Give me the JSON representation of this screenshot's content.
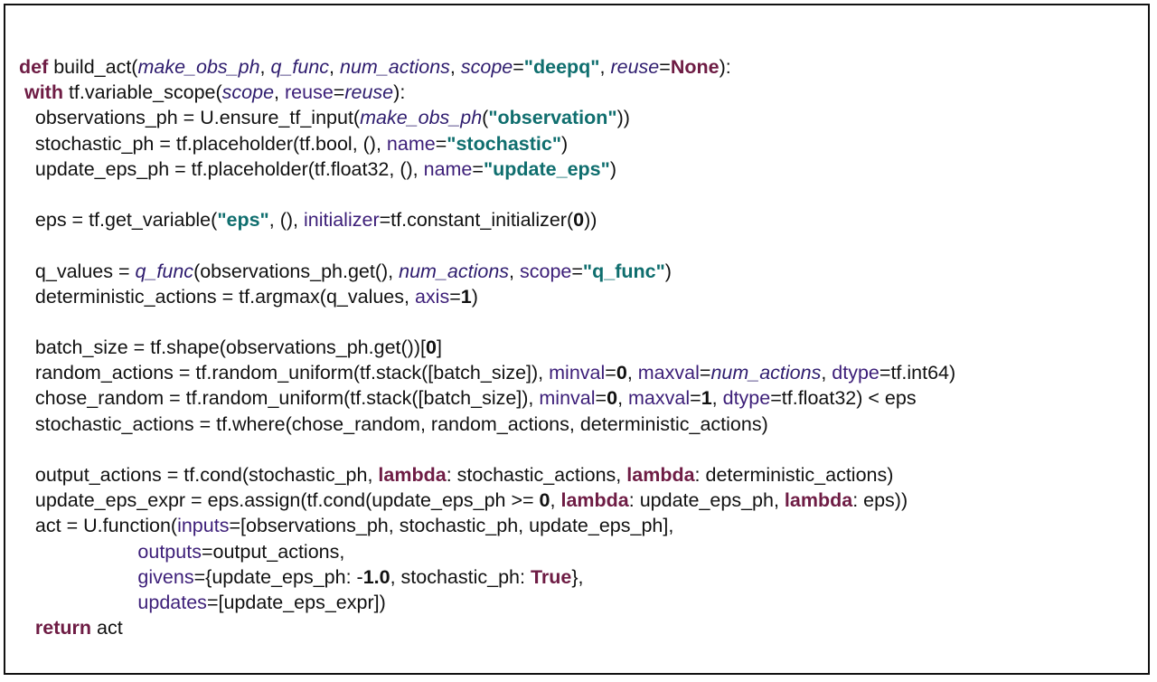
{
  "code_listing": {
    "lines": [
      [
        {
          "t": "def",
          "k": "kw"
        },
        {
          "t": " build_act(",
          "k": "plain"
        },
        {
          "t": "make_obs_ph",
          "k": "arg"
        },
        {
          "t": ", ",
          "k": "plain"
        },
        {
          "t": "q_func",
          "k": "arg"
        },
        {
          "t": ", ",
          "k": "plain"
        },
        {
          "t": "num_actions",
          "k": "arg"
        },
        {
          "t": ", ",
          "k": "plain"
        },
        {
          "t": "scope",
          "k": "arg"
        },
        {
          "t": "=",
          "k": "plain"
        },
        {
          "t": "\"deepq\"",
          "k": "str"
        },
        {
          "t": ", ",
          "k": "plain"
        },
        {
          "t": "reuse",
          "k": "arg"
        },
        {
          "t": "=",
          "k": "plain"
        },
        {
          "t": "None",
          "k": "kw"
        },
        {
          "t": "):",
          "k": "plain"
        }
      ],
      [
        {
          "t": " ",
          "k": "plain"
        },
        {
          "t": "with",
          "k": "kw"
        },
        {
          "t": " tf.variable_scope(",
          "k": "plain"
        },
        {
          "t": "scope",
          "k": "arg"
        },
        {
          "t": ", ",
          "k": "plain"
        },
        {
          "t": "reuse",
          "k": "param"
        },
        {
          "t": "=",
          "k": "plain"
        },
        {
          "t": "reuse",
          "k": "arg"
        },
        {
          "t": "):",
          "k": "plain"
        }
      ],
      [
        {
          "t": "   observations_ph = U.ensure_tf_input(",
          "k": "plain"
        },
        {
          "t": "make_obs_ph",
          "k": "arg"
        },
        {
          "t": "(",
          "k": "plain"
        },
        {
          "t": "\"observation\"",
          "k": "str"
        },
        {
          "t": "))",
          "k": "plain"
        }
      ],
      [
        {
          "t": "   stochastic_ph = tf.placeholder(tf.bool, (), ",
          "k": "plain"
        },
        {
          "t": "name",
          "k": "param"
        },
        {
          "t": "=",
          "k": "plain"
        },
        {
          "t": "\"stochastic\"",
          "k": "str"
        },
        {
          "t": ")",
          "k": "plain"
        }
      ],
      [
        {
          "t": "   update_eps_ph = tf.placeholder(tf.float32, (), ",
          "k": "plain"
        },
        {
          "t": "name",
          "k": "param"
        },
        {
          "t": "=",
          "k": "plain"
        },
        {
          "t": "\"update_eps\"",
          "k": "str"
        },
        {
          "t": ")",
          "k": "plain"
        }
      ],
      [],
      [
        {
          "t": "   eps = tf.get_variable(",
          "k": "plain"
        },
        {
          "t": "\"eps\"",
          "k": "str"
        },
        {
          "t": ", (), ",
          "k": "plain"
        },
        {
          "t": "initializer",
          "k": "param"
        },
        {
          "t": "=tf.constant_initializer(",
          "k": "plain"
        },
        {
          "t": "0",
          "k": "num"
        },
        {
          "t": "))",
          "k": "plain"
        }
      ],
      [],
      [
        {
          "t": "   q_values = ",
          "k": "plain"
        },
        {
          "t": "q_func",
          "k": "arg"
        },
        {
          "t": "(observations_ph.get(), ",
          "k": "plain"
        },
        {
          "t": "num_actions",
          "k": "arg"
        },
        {
          "t": ", ",
          "k": "plain"
        },
        {
          "t": "scope",
          "k": "param"
        },
        {
          "t": "=",
          "k": "plain"
        },
        {
          "t": "\"q_func\"",
          "k": "str"
        },
        {
          "t": ")",
          "k": "plain"
        }
      ],
      [
        {
          "t": "   deterministic_actions = tf.argmax(q_values, ",
          "k": "plain"
        },
        {
          "t": "axis",
          "k": "param"
        },
        {
          "t": "=",
          "k": "plain"
        },
        {
          "t": "1",
          "k": "num"
        },
        {
          "t": ")",
          "k": "plain"
        }
      ],
      [],
      [
        {
          "t": "   batch_size = tf.shape(observations_ph.get())[",
          "k": "plain"
        },
        {
          "t": "0",
          "k": "num"
        },
        {
          "t": "]",
          "k": "plain"
        }
      ],
      [
        {
          "t": "   random_actions = tf.random_uniform(tf.stack([batch_size]), ",
          "k": "plain"
        },
        {
          "t": "minval",
          "k": "param"
        },
        {
          "t": "=",
          "k": "plain"
        },
        {
          "t": "0",
          "k": "num"
        },
        {
          "t": ", ",
          "k": "plain"
        },
        {
          "t": "maxval",
          "k": "param"
        },
        {
          "t": "=",
          "k": "plain"
        },
        {
          "t": "num_actions",
          "k": "arg"
        },
        {
          "t": ", ",
          "k": "plain"
        },
        {
          "t": "dtype",
          "k": "param"
        },
        {
          "t": "=tf.int64)",
          "k": "plain"
        }
      ],
      [
        {
          "t": "   chose_random = tf.random_uniform(tf.stack([batch_size]), ",
          "k": "plain"
        },
        {
          "t": "minval",
          "k": "param"
        },
        {
          "t": "=",
          "k": "plain"
        },
        {
          "t": "0",
          "k": "num"
        },
        {
          "t": ", ",
          "k": "plain"
        },
        {
          "t": "maxval",
          "k": "param"
        },
        {
          "t": "=",
          "k": "plain"
        },
        {
          "t": "1",
          "k": "num"
        },
        {
          "t": ", ",
          "k": "plain"
        },
        {
          "t": "dtype",
          "k": "param"
        },
        {
          "t": "=tf.float32) < eps",
          "k": "plain"
        }
      ],
      [
        {
          "t": "   stochastic_actions = tf.where(chose_random, random_actions, deterministic_actions)",
          "k": "plain"
        }
      ],
      [],
      [
        {
          "t": "   output_actions = tf.cond(stochastic_ph, ",
          "k": "plain"
        },
        {
          "t": "lambda",
          "k": "kw"
        },
        {
          "t": ": stochastic_actions, ",
          "k": "plain"
        },
        {
          "t": "lambda",
          "k": "kw"
        },
        {
          "t": ": deterministic_actions)",
          "k": "plain"
        }
      ],
      [
        {
          "t": "   update_eps_expr = eps.assign(tf.cond(update_eps_ph >= ",
          "k": "plain"
        },
        {
          "t": "0",
          "k": "num"
        },
        {
          "t": ", ",
          "k": "plain"
        },
        {
          "t": "lambda",
          "k": "kw"
        },
        {
          "t": ": update_eps_ph, ",
          "k": "plain"
        },
        {
          "t": "lambda",
          "k": "kw"
        },
        {
          "t": ": eps))",
          "k": "plain"
        }
      ],
      [
        {
          "t": "   act = U.function(",
          "k": "plain"
        },
        {
          "t": "inputs",
          "k": "param"
        },
        {
          "t": "=[observations_ph, stochastic_ph, update_eps_ph],",
          "k": "plain"
        }
      ],
      [
        {
          "t": "                      ",
          "k": "plain"
        },
        {
          "t": "outputs",
          "k": "param"
        },
        {
          "t": "=output_actions,",
          "k": "plain"
        }
      ],
      [
        {
          "t": "                      ",
          "k": "plain"
        },
        {
          "t": "givens",
          "k": "param"
        },
        {
          "t": "={update_eps_ph: -",
          "k": "plain"
        },
        {
          "t": "1.0",
          "k": "num"
        },
        {
          "t": ", stochastic_ph: ",
          "k": "plain"
        },
        {
          "t": "True",
          "k": "kw"
        },
        {
          "t": "},",
          "k": "plain"
        }
      ],
      [
        {
          "t": "                      ",
          "k": "plain"
        },
        {
          "t": "updates",
          "k": "param"
        },
        {
          "t": "=[update_eps_expr])",
          "k": "plain"
        }
      ],
      [
        {
          "t": "   ",
          "k": "plain"
        },
        {
          "t": "return",
          "k": "kw"
        },
        {
          "t": " act",
          "k": "plain"
        }
      ]
    ]
  }
}
